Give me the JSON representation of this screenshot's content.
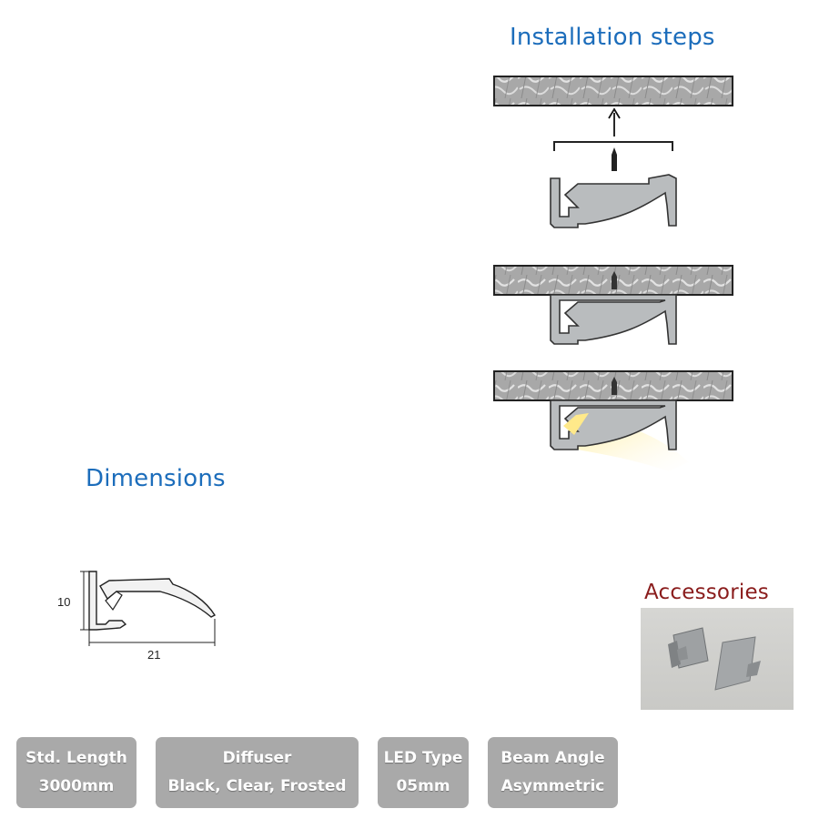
{
  "installation": {
    "title": "Installation steps"
  },
  "dimensions": {
    "title": "Dimensions",
    "height_label": "10",
    "width_label": "21"
  },
  "accessories": {
    "title": "Accessories"
  },
  "specs": [
    {
      "label": "Std. Length",
      "value": "3000mm"
    },
    {
      "label": "Diffuser",
      "value": "Black, Clear, Frosted"
    },
    {
      "label": "LED Type",
      "value": "05mm"
    },
    {
      "label": "Beam Angle",
      "value": "Asymmetric"
    }
  ],
  "colors": {
    "heading": "#1c6dbb",
    "accessories_heading": "#8a1c1c",
    "badge": "#a9a9a9",
    "profile": "#b9bcbe",
    "light": "#fff2a8"
  },
  "icons": [
    "ceiling-slab",
    "up-arrow-icon",
    "screw-icon",
    "clip-bracket",
    "aluminium-profile",
    "led-light-beam",
    "end-cap"
  ]
}
